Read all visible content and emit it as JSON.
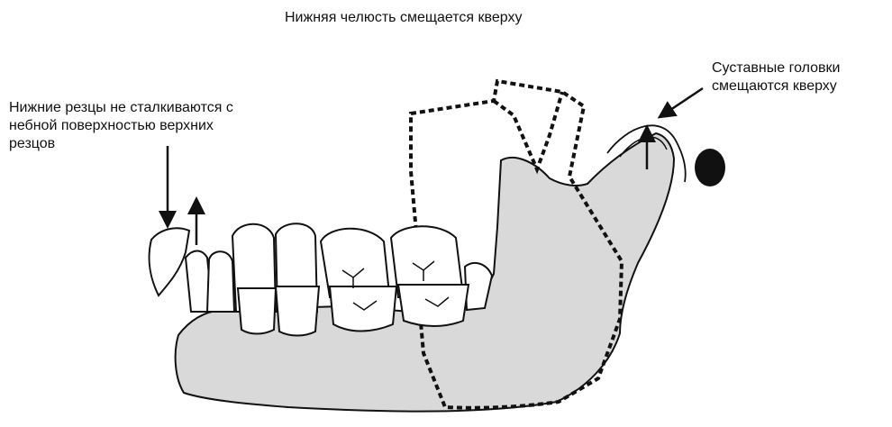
{
  "title": "Нижняя челюсть смещается кверху",
  "annotations": {
    "incisors": {
      "lines": [
        "Нижние резцы не сталкиваются с",
        "небной поверхностью верхних",
        "резцов"
      ]
    },
    "condyle": {
      "lines": [
        "Суставные головки",
        "смещаются кверху"
      ]
    }
  },
  "colors": {
    "jaw_fill": "#d9d9d9",
    "stroke": "#111111",
    "tooth_fill": "#ffffff"
  }
}
